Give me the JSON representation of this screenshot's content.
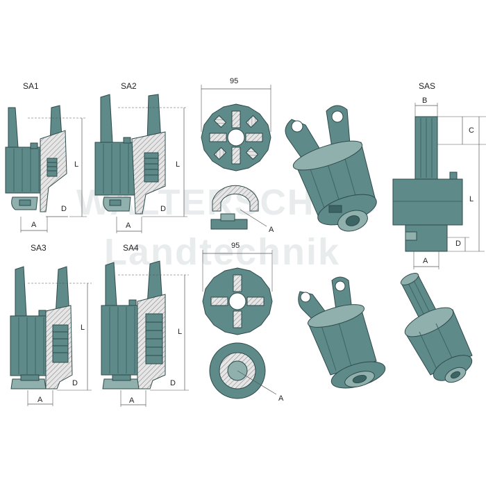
{
  "colors": {
    "metal": "#5e8a8a",
    "metal_dark": "#3d6464",
    "metal_light": "#8fb0ad",
    "line": "#2f4a4a",
    "hatch": "#7a7a7a",
    "dim": "#555555",
    "watermark": "#e9ecec"
  },
  "watermark": {
    "line1": "WALTERSCHEID",
    "line2": "Landtechnik"
  },
  "labels": {
    "sa1": "SA1",
    "sa2": "SA2",
    "sa3": "SA3",
    "sa4": "SA4",
    "sas": "SAS",
    "dim_95_top": "95",
    "dim_95_bottom": "95",
    "a": "A",
    "b": "B",
    "c": "C",
    "d": "D",
    "l": "L"
  }
}
